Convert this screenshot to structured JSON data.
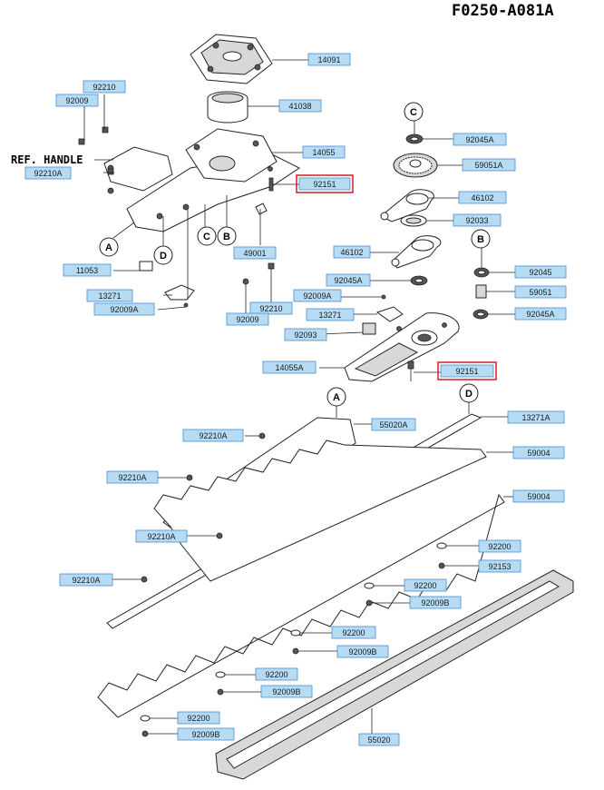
{
  "header": {
    "code": "F0250-A081A"
  },
  "ref_label": "REF. HANDLE",
  "callouts": {
    "A": "A",
    "B": "B",
    "C": "C",
    "D": "D"
  },
  "colors": {
    "label_fill": "#b6dcf4",
    "label_stroke": "#4a8ccf",
    "highlight": "#d02020"
  },
  "labels": {
    "l14091": "14091",
    "l41038": "41038",
    "l14055": "14055",
    "l92151a": "92151",
    "l92210a": "92210",
    "l92009a": "92009",
    "l92210A_1": "92210A",
    "l49001": "49001",
    "l11053": "11053",
    "l13271a": "13271",
    "l92009A_1": "92009A",
    "l92210b": "92210",
    "l92009b": "92009",
    "l92009A_2": "92009A",
    "l13271b": "13271",
    "l92093": "92093",
    "l92045A_top": "92045A",
    "l59051A": "59051A",
    "l46102a": "46102",
    "l92033": "92033",
    "l46102b": "46102",
    "l92045A_mid": "92045A",
    "l92045": "92045",
    "l59051": "59051",
    "l92045A_bot": "92045A",
    "l14055A": "14055A",
    "l92151b": "92151",
    "l55020A": "55020A",
    "l13271A": "13271A",
    "l92210A_2": "92210A",
    "l59004a": "59004",
    "l92210A_3": "92210A",
    "l59004b": "59004",
    "l92210A_4": "92210A",
    "l92200a": "92200",
    "l92153": "92153",
    "l92210A_5": "92210A",
    "l92200b": "92200",
    "l92009B_1": "92009B",
    "l92200c": "92200",
    "l92009B_2": "92009B",
    "l92200d": "92200",
    "l92009B_3": "92009B",
    "l92200e": "92200",
    "l92009B_4": "92009B",
    "l55020": "55020"
  }
}
